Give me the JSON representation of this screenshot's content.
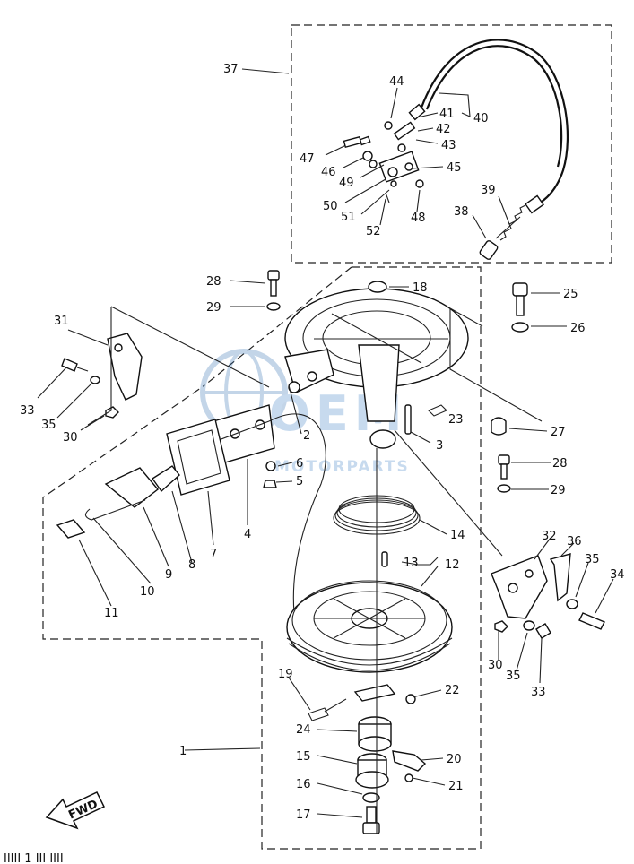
{
  "watermark": {
    "brand": "OEM",
    "sub": "MOTORPARTS"
  },
  "badge": {
    "label": "FWD"
  },
  "footer": {
    "text": "ⅠⅠⅠⅠⅠ 1 ⅠⅠⅠ   ⅠⅠⅠⅠ"
  },
  "callouts": [
    {
      "id": "37",
      "label": "37"
    },
    {
      "id": "44",
      "label": "44"
    },
    {
      "id": "41",
      "label": "41"
    },
    {
      "id": "40",
      "label": "40"
    },
    {
      "id": "42",
      "label": "42"
    },
    {
      "id": "43",
      "label": "43"
    },
    {
      "id": "47",
      "label": "47"
    },
    {
      "id": "46",
      "label": "46"
    },
    {
      "id": "49",
      "label": "49"
    },
    {
      "id": "45",
      "label": "45"
    },
    {
      "id": "50",
      "label": "50"
    },
    {
      "id": "51",
      "label": "51"
    },
    {
      "id": "48",
      "label": "48"
    },
    {
      "id": "52",
      "label": "52"
    },
    {
      "id": "39",
      "label": "39"
    },
    {
      "id": "38",
      "label": "38"
    },
    {
      "id": "28a",
      "label": "28"
    },
    {
      "id": "29a",
      "label": "29"
    },
    {
      "id": "18",
      "label": "18"
    },
    {
      "id": "25",
      "label": "25"
    },
    {
      "id": "26",
      "label": "26"
    },
    {
      "id": "31",
      "label": "31"
    },
    {
      "id": "33a",
      "label": "33"
    },
    {
      "id": "35a",
      "label": "35"
    },
    {
      "id": "30a",
      "label": "30"
    },
    {
      "id": "23",
      "label": "23"
    },
    {
      "id": "27",
      "label": "27"
    },
    {
      "id": "2",
      "label": "2"
    },
    {
      "id": "3",
      "label": "3"
    },
    {
      "id": "6",
      "label": "6"
    },
    {
      "id": "28b",
      "label": "28"
    },
    {
      "id": "5",
      "label": "5"
    },
    {
      "id": "29b",
      "label": "29"
    },
    {
      "id": "4",
      "label": "4"
    },
    {
      "id": "7",
      "label": "7"
    },
    {
      "id": "8",
      "label": "8"
    },
    {
      "id": "9",
      "label": "9"
    },
    {
      "id": "10",
      "label": "10"
    },
    {
      "id": "11",
      "label": "11"
    },
    {
      "id": "14",
      "label": "14"
    },
    {
      "id": "13",
      "label": "13"
    },
    {
      "id": "12",
      "label": "12"
    },
    {
      "id": "32",
      "label": "32"
    },
    {
      "id": "36",
      "label": "36"
    },
    {
      "id": "35b",
      "label": "35"
    },
    {
      "id": "34",
      "label": "34"
    },
    {
      "id": "30b",
      "label": "30"
    },
    {
      "id": "35c",
      "label": "35"
    },
    {
      "id": "33b",
      "label": "33"
    },
    {
      "id": "19",
      "label": "19"
    },
    {
      "id": "22",
      "label": "22"
    },
    {
      "id": "1",
      "label": "1"
    },
    {
      "id": "24",
      "label": "24"
    },
    {
      "id": "15",
      "label": "15"
    },
    {
      "id": "20",
      "label": "20"
    },
    {
      "id": "16",
      "label": "16"
    },
    {
      "id": "21",
      "label": "21"
    },
    {
      "id": "17",
      "label": "17"
    }
  ]
}
